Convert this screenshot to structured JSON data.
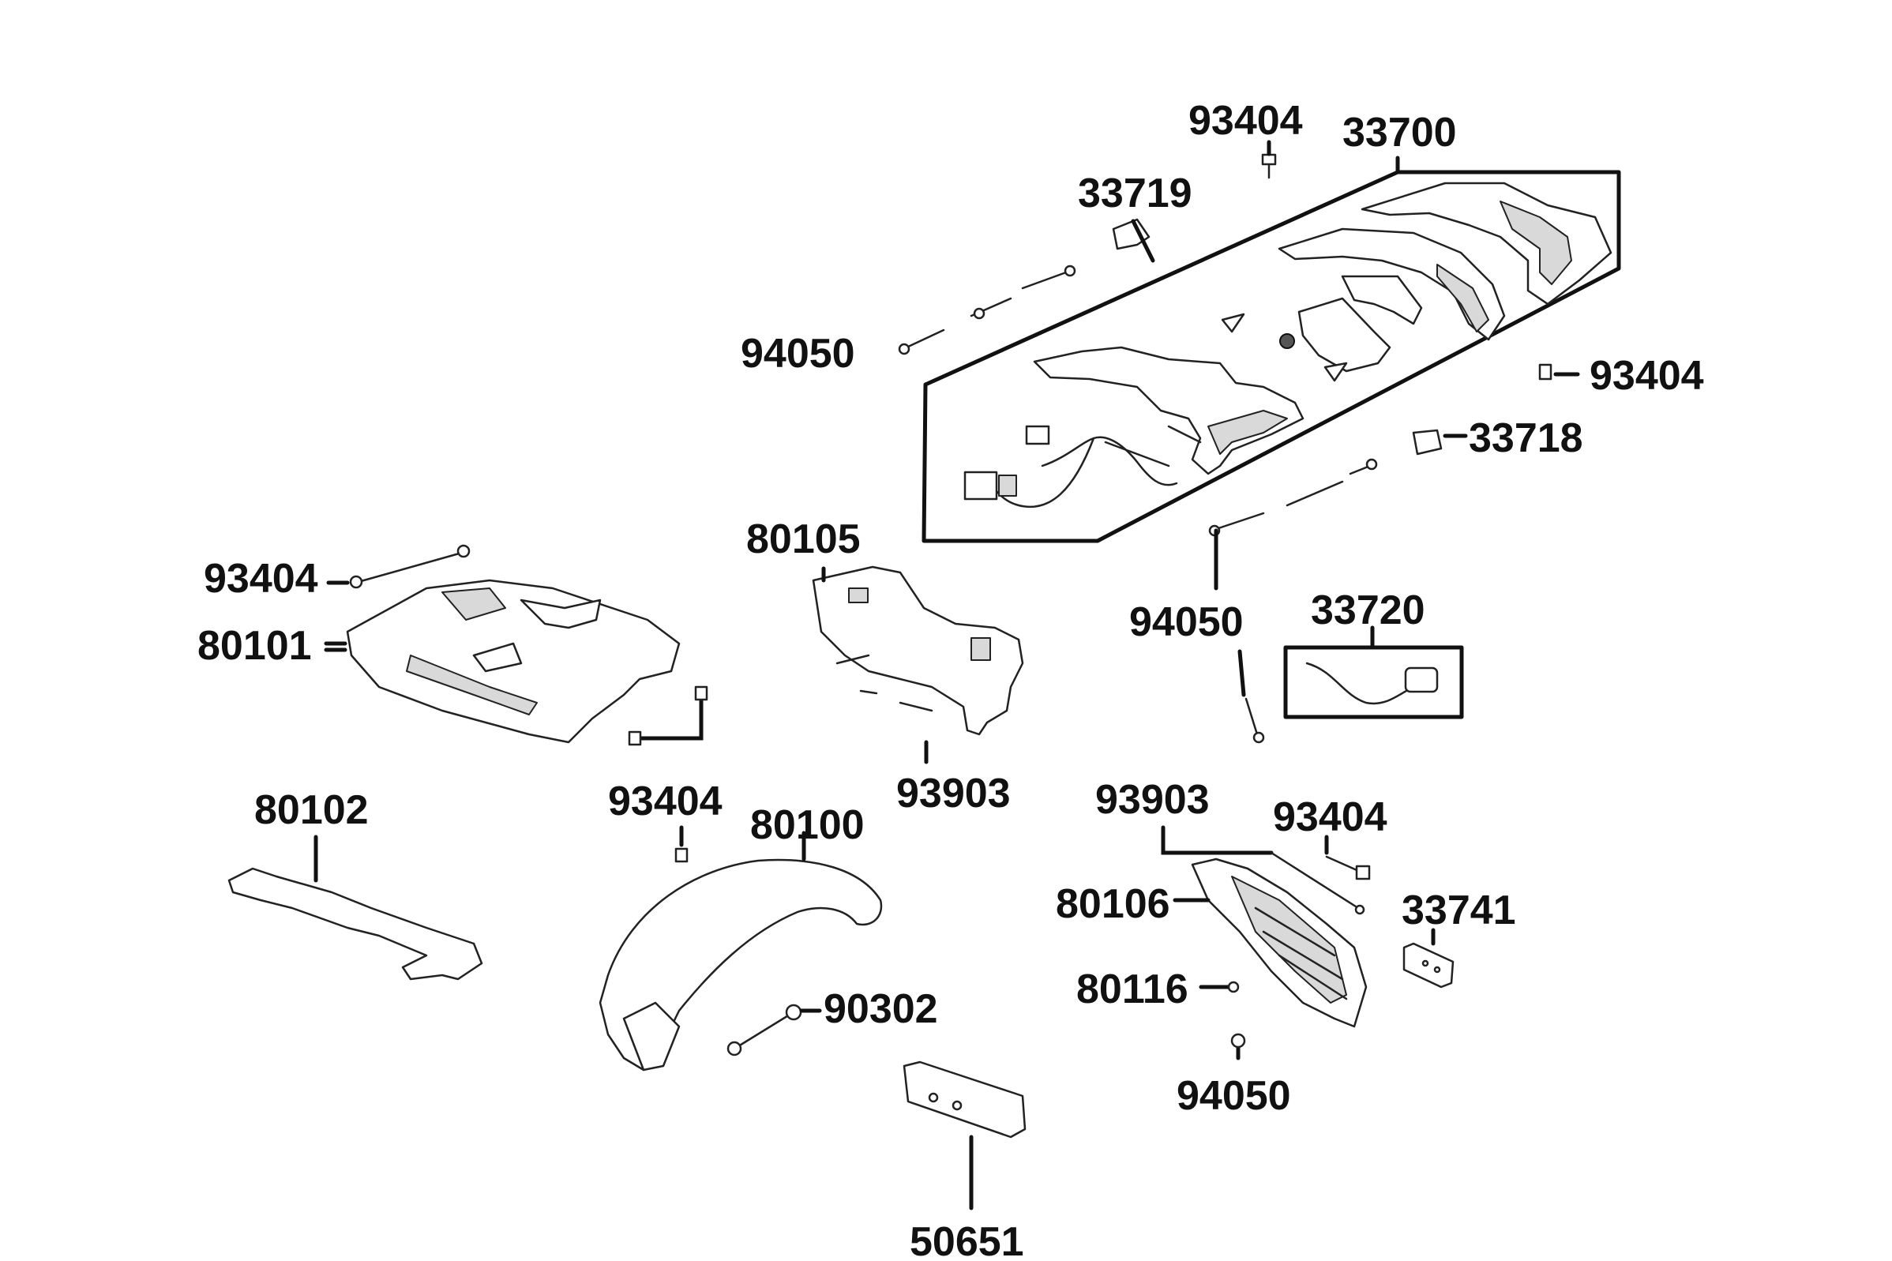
{
  "diagram": {
    "labels": {
      "p93404_top": "93404",
      "p33700": "33700",
      "p33719": "33719",
      "p94050_left": "94050",
      "p93404_right": "93404",
      "p33718": "33718",
      "p80105": "80105",
      "p93404_left": "93404",
      "p80101": "80101",
      "p94050_mid": "94050",
      "p33720": "33720",
      "p93404_mid": "93404",
      "p93903_mid": "93903",
      "p80102": "80102",
      "p80100": "80100",
      "p93903_right": "93903",
      "p93404_lower": "93404",
      "p80106": "80106",
      "p33741": "33741",
      "p90302": "90302",
      "p80116": "80116",
      "p94050_bottom": "94050",
      "p50651": "50651"
    }
  }
}
